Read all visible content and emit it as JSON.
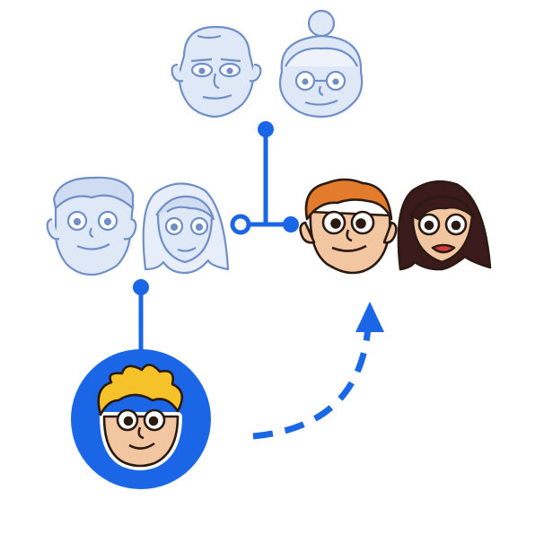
{
  "diagram": {
    "kind": "family-tree",
    "colors": {
      "connector": "#1a66e6",
      "sketch_fill": "#dfe8f6",
      "sketch_stroke": "#6f8fc6",
      "skin": "#f1c6a0",
      "skin_shade": "#d9a178",
      "outline": "#2b1a12",
      "hair_blond": "#f6c229",
      "hair_ginger": "#e27c2c",
      "hair_dark": "#3b1a1b",
      "lips": "#d73a3a"
    },
    "people": [
      {
        "id": "grandfather",
        "style": "sketch",
        "icon": "old-man-face-icon"
      },
      {
        "id": "grandmother",
        "style": "sketch",
        "icon": "old-woman-face-icon"
      },
      {
        "id": "father",
        "style": "sketch",
        "icon": "man-face-icon"
      },
      {
        "id": "mother",
        "style": "sketch",
        "icon": "woman-face-icon"
      },
      {
        "id": "uncle",
        "style": "color",
        "icon": "ginger-man-face-icon"
      },
      {
        "id": "aunt",
        "style": "color",
        "icon": "dark-hair-woman-face-icon"
      },
      {
        "id": "child",
        "style": "color-highlighted",
        "icon": "blond-boy-face-icon"
      }
    ],
    "links": [
      {
        "from": "grandparents",
        "to": "siblings-branch",
        "type": "solid"
      },
      {
        "from": "parents",
        "to": "child",
        "type": "solid"
      },
      {
        "from": "child",
        "to": "uncle",
        "type": "dashed-arrow"
      }
    ]
  }
}
